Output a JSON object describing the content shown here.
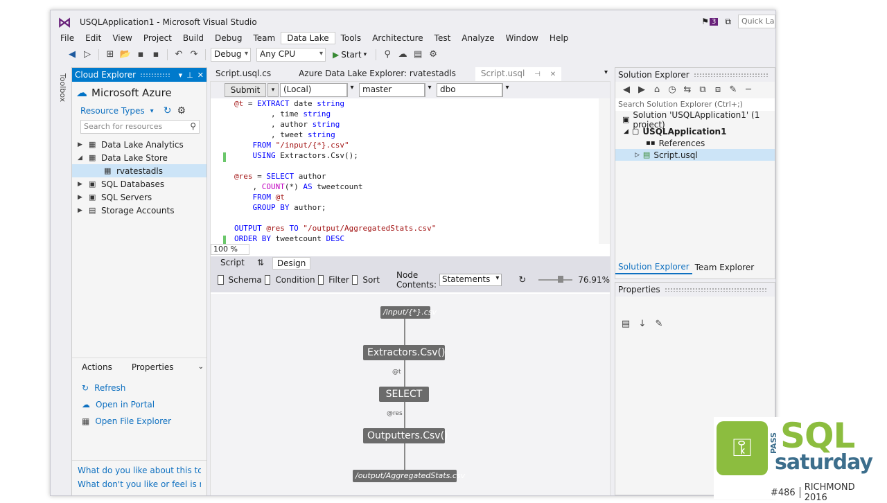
{
  "window": {
    "title": "USQLApplication1 - Microsoft Visual Studio",
    "notification_count": "3",
    "quick_launch": "Quick Lau"
  },
  "menu": [
    "File",
    "Edit",
    "View",
    "Project",
    "Build",
    "Debug",
    "Team",
    "Data Lake",
    "Tools",
    "Architecture",
    "Test",
    "Analyze",
    "Window",
    "Help"
  ],
  "toolbar": {
    "config": "Debug",
    "platform": "Any CPU",
    "start": "Start"
  },
  "toolbox_label": "Toolbox",
  "cloud_explorer": {
    "title": "Cloud Explorer",
    "account": "Microsoft Azure",
    "resource_types": "Resource Types",
    "search_placeholder": "Search for resources",
    "tree": [
      {
        "label": "Data Lake Analytics"
      },
      {
        "label": "Data Lake Store"
      },
      {
        "label": "rvatestadls"
      },
      {
        "label": "SQL Databases"
      },
      {
        "label": "SQL Servers"
      },
      {
        "label": "Storage Accounts"
      }
    ],
    "tabs": {
      "actions": "Actions",
      "properties": "Properties"
    },
    "actions": [
      "Refresh",
      "Open in Portal",
      "Open File Explorer"
    ],
    "feedback": [
      "What do you like about this tool?",
      "What don't you like or feel is missin..."
    ]
  },
  "doc_tabs": [
    "Script.usql.cs",
    "Azure Data Lake Explorer: rvatestadls",
    "Script.usql"
  ],
  "editor": {
    "submit": "Submit",
    "server": "(Local)",
    "database": "master",
    "schema": "dbo",
    "zoom": "100 %"
  },
  "design": {
    "tab_script": "Script",
    "tab_design": "Design",
    "opt_schema": "Schema",
    "opt_condition": "Condition",
    "opt_filter": "Filter",
    "opt_sort": "Sort",
    "node_contents_label": "Node Contents:",
    "node_contents": "Statements",
    "zoom_pct": "76.91%"
  },
  "graph": {
    "input": "/input/{*}.csv",
    "extractor": "Extractors.Csv()",
    "edge1": "@t",
    "select": "SELECT",
    "edge2": "@res",
    "outputter": "Outputters.Csv()",
    "output": "/output/AggregatedStats.csv"
  },
  "solution_explorer": {
    "title": "Solution Explorer",
    "search_placeholder": "Search Solution Explorer (Ctrl+;)",
    "solution": "Solution 'USQLApplication1' (1 project)",
    "project": "USQLApplication1",
    "references": "References",
    "script": "Script.usql",
    "tab1": "Solution Explorer",
    "tab2": "Team Explorer"
  },
  "properties": {
    "title": "Properties"
  },
  "logo": {
    "pass": "PASS",
    "sql": "SQL",
    "saturday": "saturday",
    "number": "#486",
    "event": "RICHMOND 2016"
  },
  "colors": {
    "accent": "#007acc",
    "vs_purple": "#68217a",
    "sql_green": "#8cbd3f",
    "sql_blue": "#3c6e8c"
  }
}
